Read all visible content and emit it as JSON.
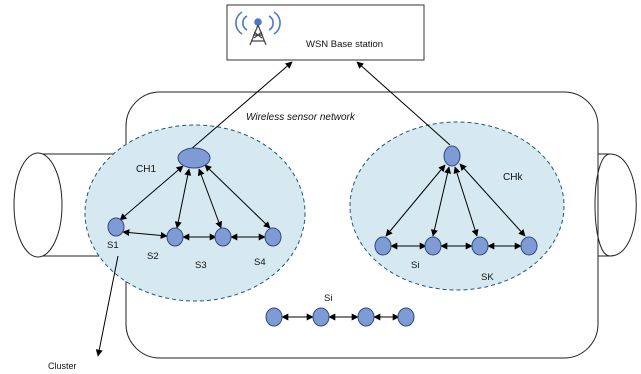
{
  "base_station": {
    "label": "WSN Base station",
    "icon": "antenna-tower-icon"
  },
  "network_label": "Wireless sensor network",
  "cluster_left": {
    "head_label": "CH1",
    "nodes": [
      "S1",
      "S2",
      "S3",
      "S4"
    ]
  },
  "cluster_right": {
    "head_label": "CHk",
    "node_labels": [
      "Si",
      "SK"
    ]
  },
  "bottom_chain": {
    "label": "Si"
  },
  "cluster_callout": "Cluster",
  "colors": {
    "node_fill": "#7f9bd6",
    "node_stroke": "#2f4a7a",
    "cluster_fill": "#d6e9f0",
    "line": "#000000"
  }
}
